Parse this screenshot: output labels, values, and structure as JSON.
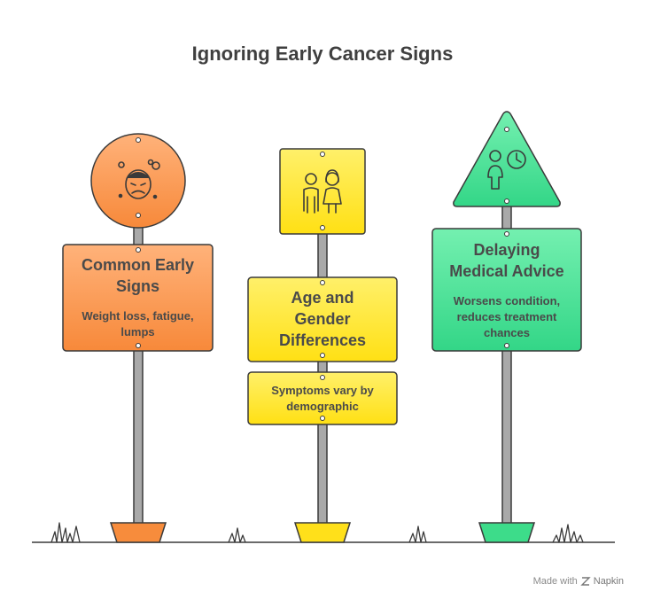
{
  "title": "Ignoring Early Cancer Signs",
  "signs": [
    {
      "heading_line1": "Common Early",
      "heading_line2": "Signs",
      "desc_line1": "Weight loss, fatigue,",
      "desc_line2": "lumps",
      "icon": "sick-face-icon",
      "color": "#f7944c"
    },
    {
      "heading_line1": "Age and",
      "heading_line2": "Gender",
      "heading_line3": "Differences",
      "desc_line1": "Symptoms vary by",
      "desc_line2": "demographic",
      "icon": "man-woman-icon",
      "color": "#ffe01a"
    },
    {
      "heading_line1": "Delaying",
      "heading_line2": "Medical Advice",
      "desc_line1": "Worsens condition,",
      "desc_line2": "reduces treatment",
      "desc_line3": "chances",
      "icon": "person-clock-icon",
      "color": "#3ddc8a"
    }
  ],
  "footer": {
    "made_with": "Made with",
    "brand": "Napkin"
  }
}
